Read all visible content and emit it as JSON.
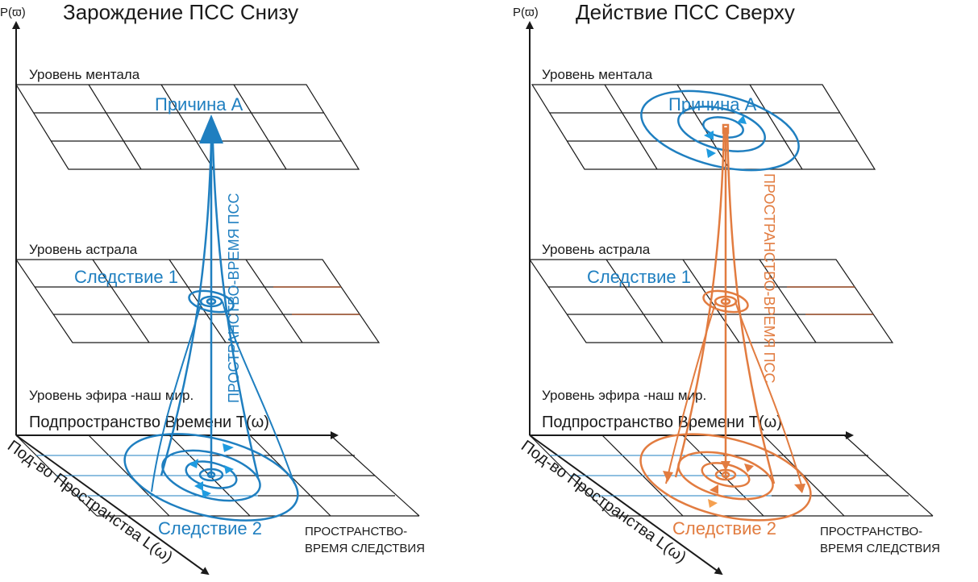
{
  "colors": {
    "blue": "#1f7fc0",
    "orange": "#e27c40",
    "grid": "#1a1a1a",
    "brown": "#a0522d"
  },
  "axes": {
    "vertical_label": "P(ϖ)",
    "time_axis_label": "Подпространство Времени T(ω)",
    "space_axis_label": "Под-во Пространства L(ω)"
  },
  "levels": {
    "mental": "Уровень ментала",
    "astral": "Уровень астрала",
    "ether": "Уровень эфира -наш мир."
  },
  "consequence_spacetime": {
    "line1": "ПРОСТРАНСТВО-",
    "line2": "ВРЕМЯ СЛЕДСТВИЯ"
  },
  "panels": [
    {
      "title": "Зарождение ПСС Снизу",
      "cause": "Причина А",
      "consequence1": "Следствие 1",
      "consequence2": "Следствие 2",
      "spacetime": "ПРОСТРАНСТВО-ВРЕМЯ ПСС"
    },
    {
      "title": "Действие ПСС Сверху",
      "cause": "Причина А",
      "consequence1": "Следствие 1",
      "consequence2": "Следствие 2",
      "spacetime": "ПРОСТРАНСТВО-ВРЕМЯ ПСС"
    }
  ]
}
